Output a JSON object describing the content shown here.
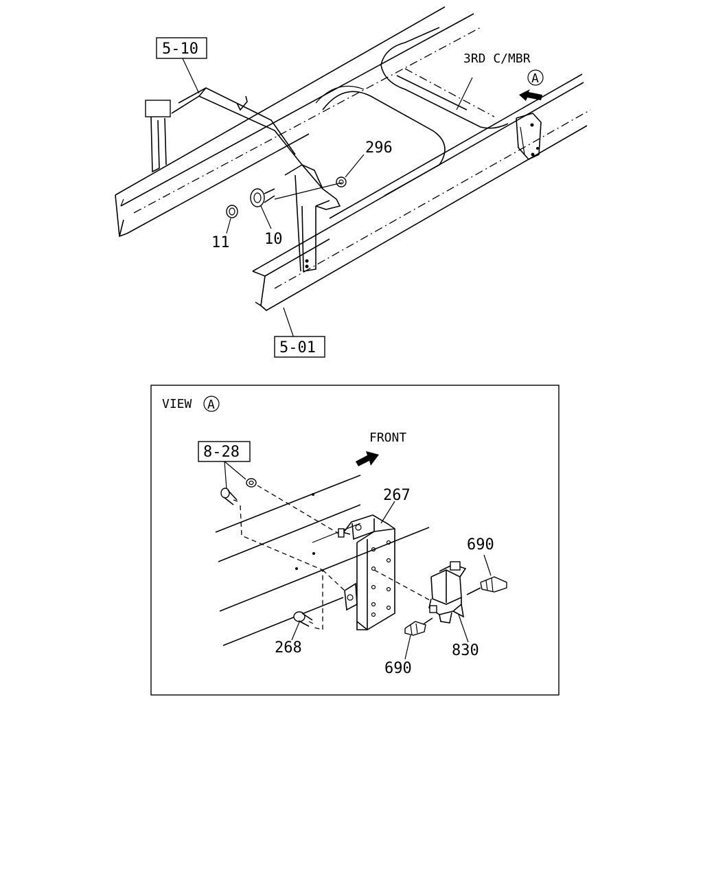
{
  "top": {
    "ref_5_10": "5-10",
    "ref_5_01": "5-01",
    "crossmember_label": "3RD C/MBR",
    "view_marker": "A",
    "part_296": "296",
    "part_11": "11",
    "part_10": "10"
  },
  "view": {
    "title": "VIEW",
    "marker": "A",
    "front_label": "FRONT",
    "ref_8_28": "8-28",
    "part_267": "267",
    "part_690_top": "690",
    "part_690_bottom": "690",
    "part_830": "830",
    "part_268": "268"
  }
}
